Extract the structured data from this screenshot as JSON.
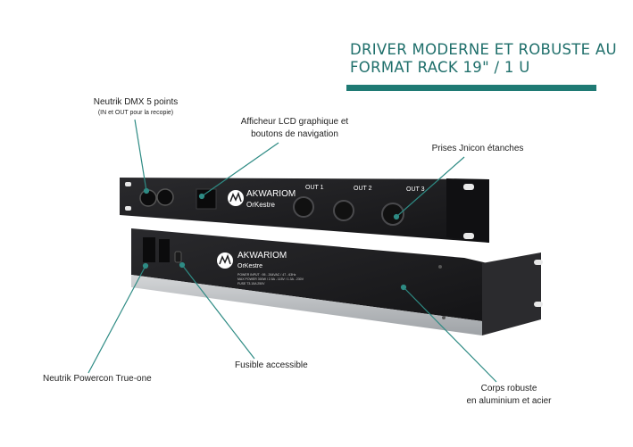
{
  "title": {
    "line1": "DRIVER MODERNE ET ROBUSTE AU",
    "line2": "FORMAT RACK 19\" / 1 U"
  },
  "callouts": {
    "dmx": {
      "line1": "Neutrik DMX 5 points",
      "line2": "(IN et OUT pour la recopie)"
    },
    "lcd": {
      "line1": "Afficheur LCD graphique et",
      "line2": "boutons de navigation"
    },
    "jnicon": {
      "line1": "Prises Jnicon étanches"
    },
    "powercon": {
      "line1": "Neutrik Powercon True-one"
    },
    "fuse": {
      "line1": "Fusible accessible"
    },
    "body": {
      "line1": "Corps robuste",
      "line2": "en aluminium  et acier"
    }
  },
  "device": {
    "brand": "AKWARIOM",
    "product": "OrKestre",
    "outputs": [
      "OUT 1",
      "OUT 2",
      "OUT 3"
    ],
    "rear_text": [
      "POWER INPUT : 95 - 264VAC / 47 - 63Hz",
      "MAX POWER 300W / 2.5A - 115V / 1.3A - 230V",
      "FUSE T3.15A 250V"
    ]
  },
  "colors": {
    "accent": "#1f7a74",
    "callout_line": "#2e8b84",
    "device_black": "#1c1c1e",
    "aluminium": "#b9bcbf"
  }
}
